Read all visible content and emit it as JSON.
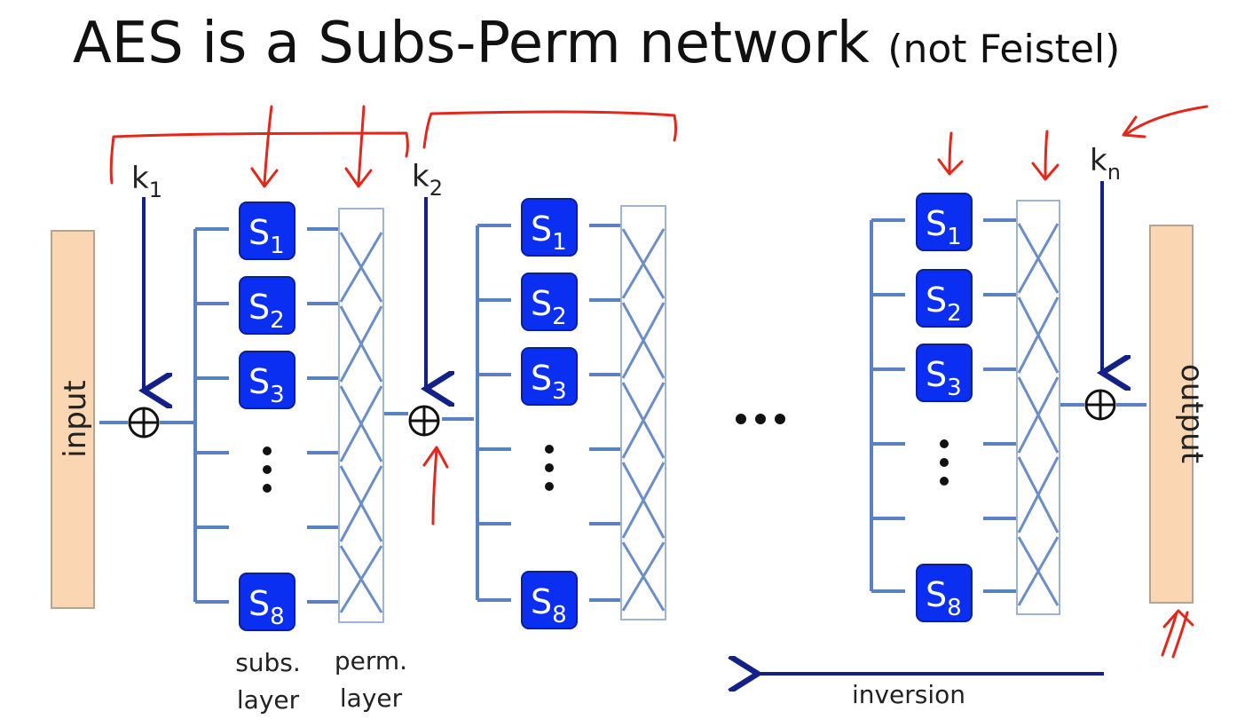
{
  "title": {
    "main": "AES is a Subs-Perm network",
    "aside": "(not Feistel)"
  },
  "io": {
    "input_label": "input",
    "output_label": "output"
  },
  "keys": [
    {
      "base": "k",
      "sub": "1"
    },
    {
      "base": "k",
      "sub": "2"
    },
    {
      "base": "k",
      "sub": "n"
    }
  ],
  "sboxes": [
    {
      "base": "S",
      "sub": "1"
    },
    {
      "base": "S",
      "sub": "2"
    },
    {
      "base": "S",
      "sub": "3"
    },
    {
      "base": "S",
      "sub": "8"
    }
  ],
  "xor_symbol": "⊕",
  "layers": {
    "subs_line1": "subs.",
    "subs_line2": "layer",
    "perm_line1": "perm.",
    "perm_line2": "layer"
  },
  "ellipsis": "…",
  "inversion_label": "inversion",
  "colors": {
    "sbox": "#0a2ff0",
    "io_box": "#fbd6b2",
    "wire": "#5b82c0",
    "key_arrow": "#132087",
    "annotation": "#e4261b"
  }
}
